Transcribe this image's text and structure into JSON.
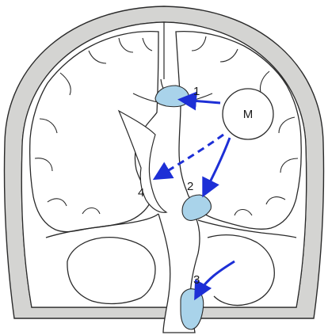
{
  "diagram": {
    "mass_label": "M",
    "herniation_labels": [
      "1",
      "2",
      "3",
      "4"
    ],
    "colors": {
      "skull": "#d4d4d2",
      "outline": "#2a2a2a",
      "herniation": "#a9d3ea",
      "arrow": "#1d2fd6"
    }
  }
}
